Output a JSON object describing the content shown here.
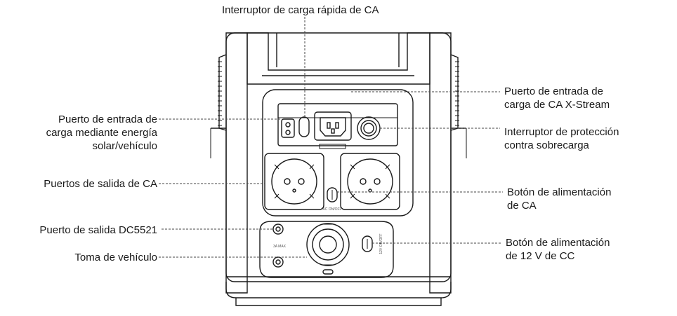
{
  "labels": {
    "top": "Interruptor de carga rápida de CA",
    "solar_input": [
      "Puerto de entrada de",
      "carga mediante energía",
      "solar/vehículo"
    ],
    "ac_outputs": "Puertos de salida de CA",
    "dc5521": "Puerto de salida DC5521",
    "car_socket": "Toma de vehículo",
    "xstream_input": [
      "Puerto de entrada de",
      "carga de CA X-Stream"
    ],
    "overload_switch": [
      "Interruptor de protección",
      "contra sobrecarga"
    ],
    "ac_power_button": [
      "Botón de alimentación",
      "de CA"
    ],
    "dc_power_button": [
      "Botón de alimentación",
      "de 12 V de CC"
    ]
  },
  "device_text": {
    "ac_button_mark": "AC ON/OFF",
    "amp_mark": "3A MAX",
    "dc_button_mark": "12V ON/OFF"
  },
  "colors": {
    "line": "#1a1a1a",
    "leader": "#444444",
    "fill": "#ffffff"
  }
}
